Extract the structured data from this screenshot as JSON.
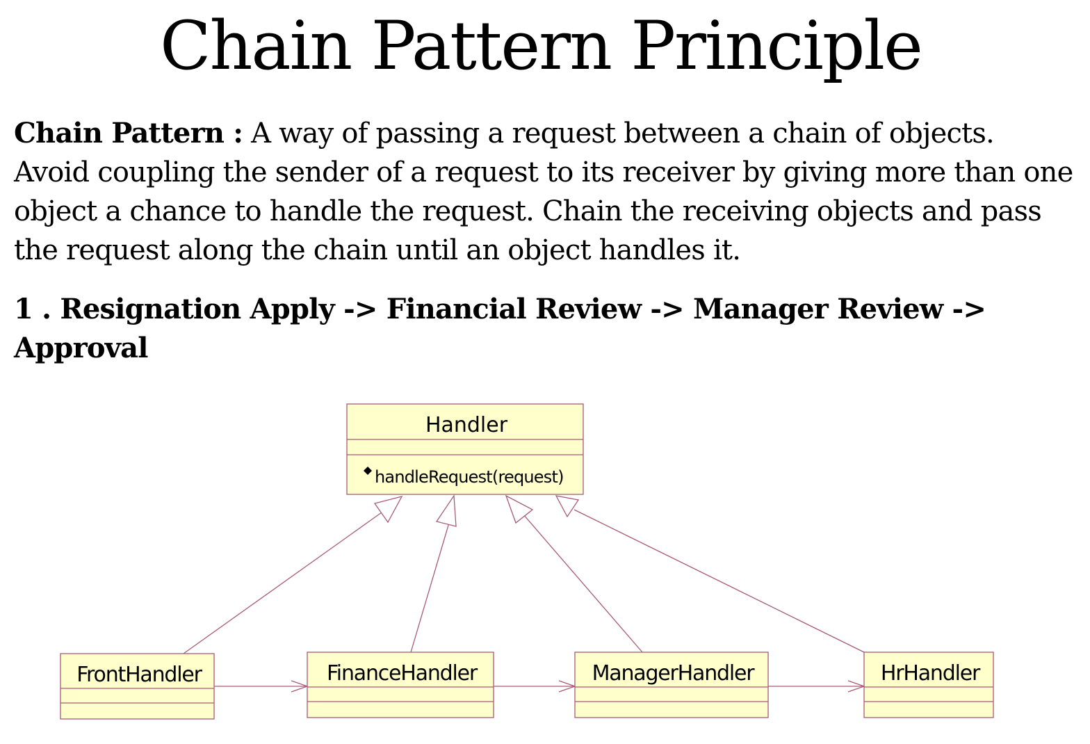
{
  "title": "Chain Pattern Principle",
  "definition": {
    "term": "Chain Pattern :",
    "text": " A way of passing a request between a chain of objects. Avoid coupling the sender of a request to its receiver by giving more than one object a  chance to handle the request. Chain the receiving objects and pass the request along the chain until an object handles it."
  },
  "flow_item": {
    "number": "1 .",
    "text": " Resignation Apply -> Financial Review -> Manager Review -> Approval"
  },
  "uml": {
    "base_class": {
      "name": "Handler",
      "operation": "handleRequest(request)"
    },
    "subclasses": [
      {
        "name": "FrontHandler"
      },
      {
        "name": "FinanceHandler"
      },
      {
        "name": "ManagerHandler"
      },
      {
        "name": "HrHandler"
      }
    ],
    "colors": {
      "class_fill": "#ffffcc",
      "border": "#a85a78",
      "line": "#a85a78"
    }
  }
}
